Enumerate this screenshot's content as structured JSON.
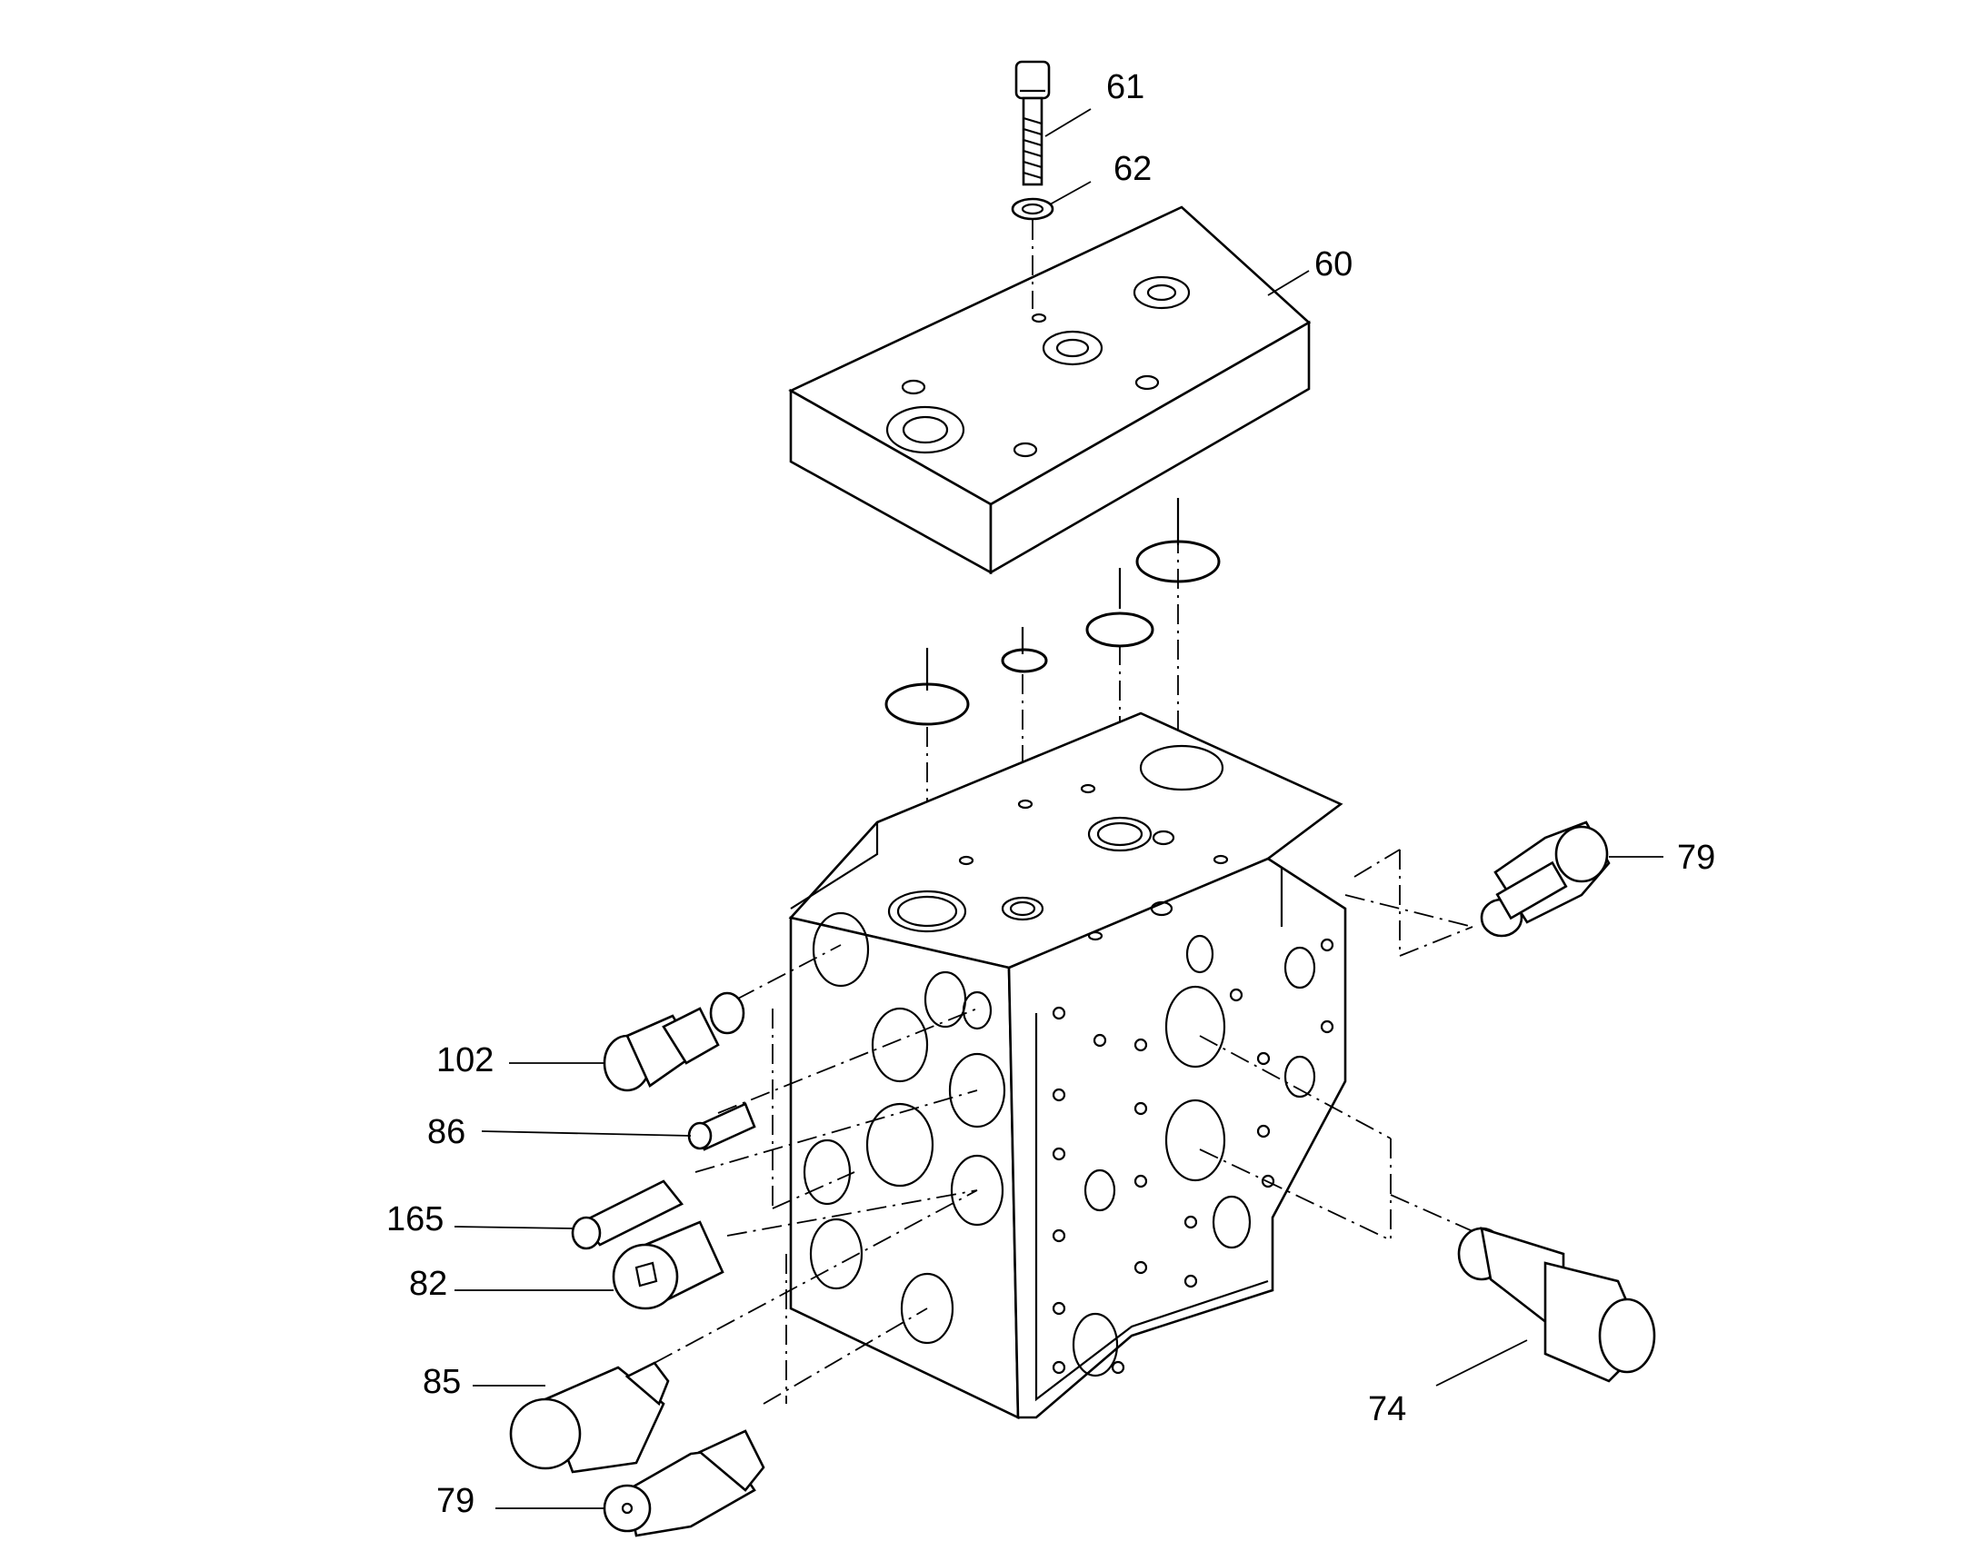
{
  "diagram": {
    "labels": {
      "p61": "61",
      "p62": "62",
      "p60": "60",
      "p79_right": "79",
      "p102": "102",
      "p86": "86",
      "p165": "165",
      "p82": "82",
      "p85": "85",
      "p79_bottom": "79",
      "p74": "74"
    }
  }
}
